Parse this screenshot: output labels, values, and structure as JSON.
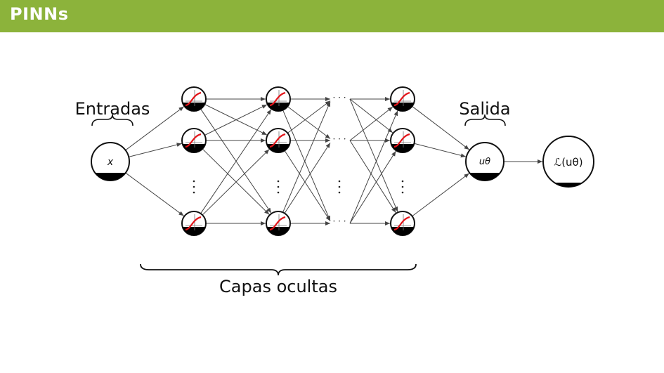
{
  "slide": {
    "title": "PINNs"
  },
  "colors": {
    "titlebar": "#8cb33b",
    "activation_curve": "#e3151a",
    "edge": "#444444"
  },
  "labels": {
    "inputs": "Entradas",
    "output": "Salida",
    "hidden_layers": "Capas ocultas"
  },
  "nodes": {
    "input": "x",
    "output": "uθ",
    "loss": "ℒ(uθ)"
  },
  "ellipsis": {
    "horizontal": "· · ·"
  },
  "icons": {
    "neuron": "activation-neuron-icon"
  }
}
